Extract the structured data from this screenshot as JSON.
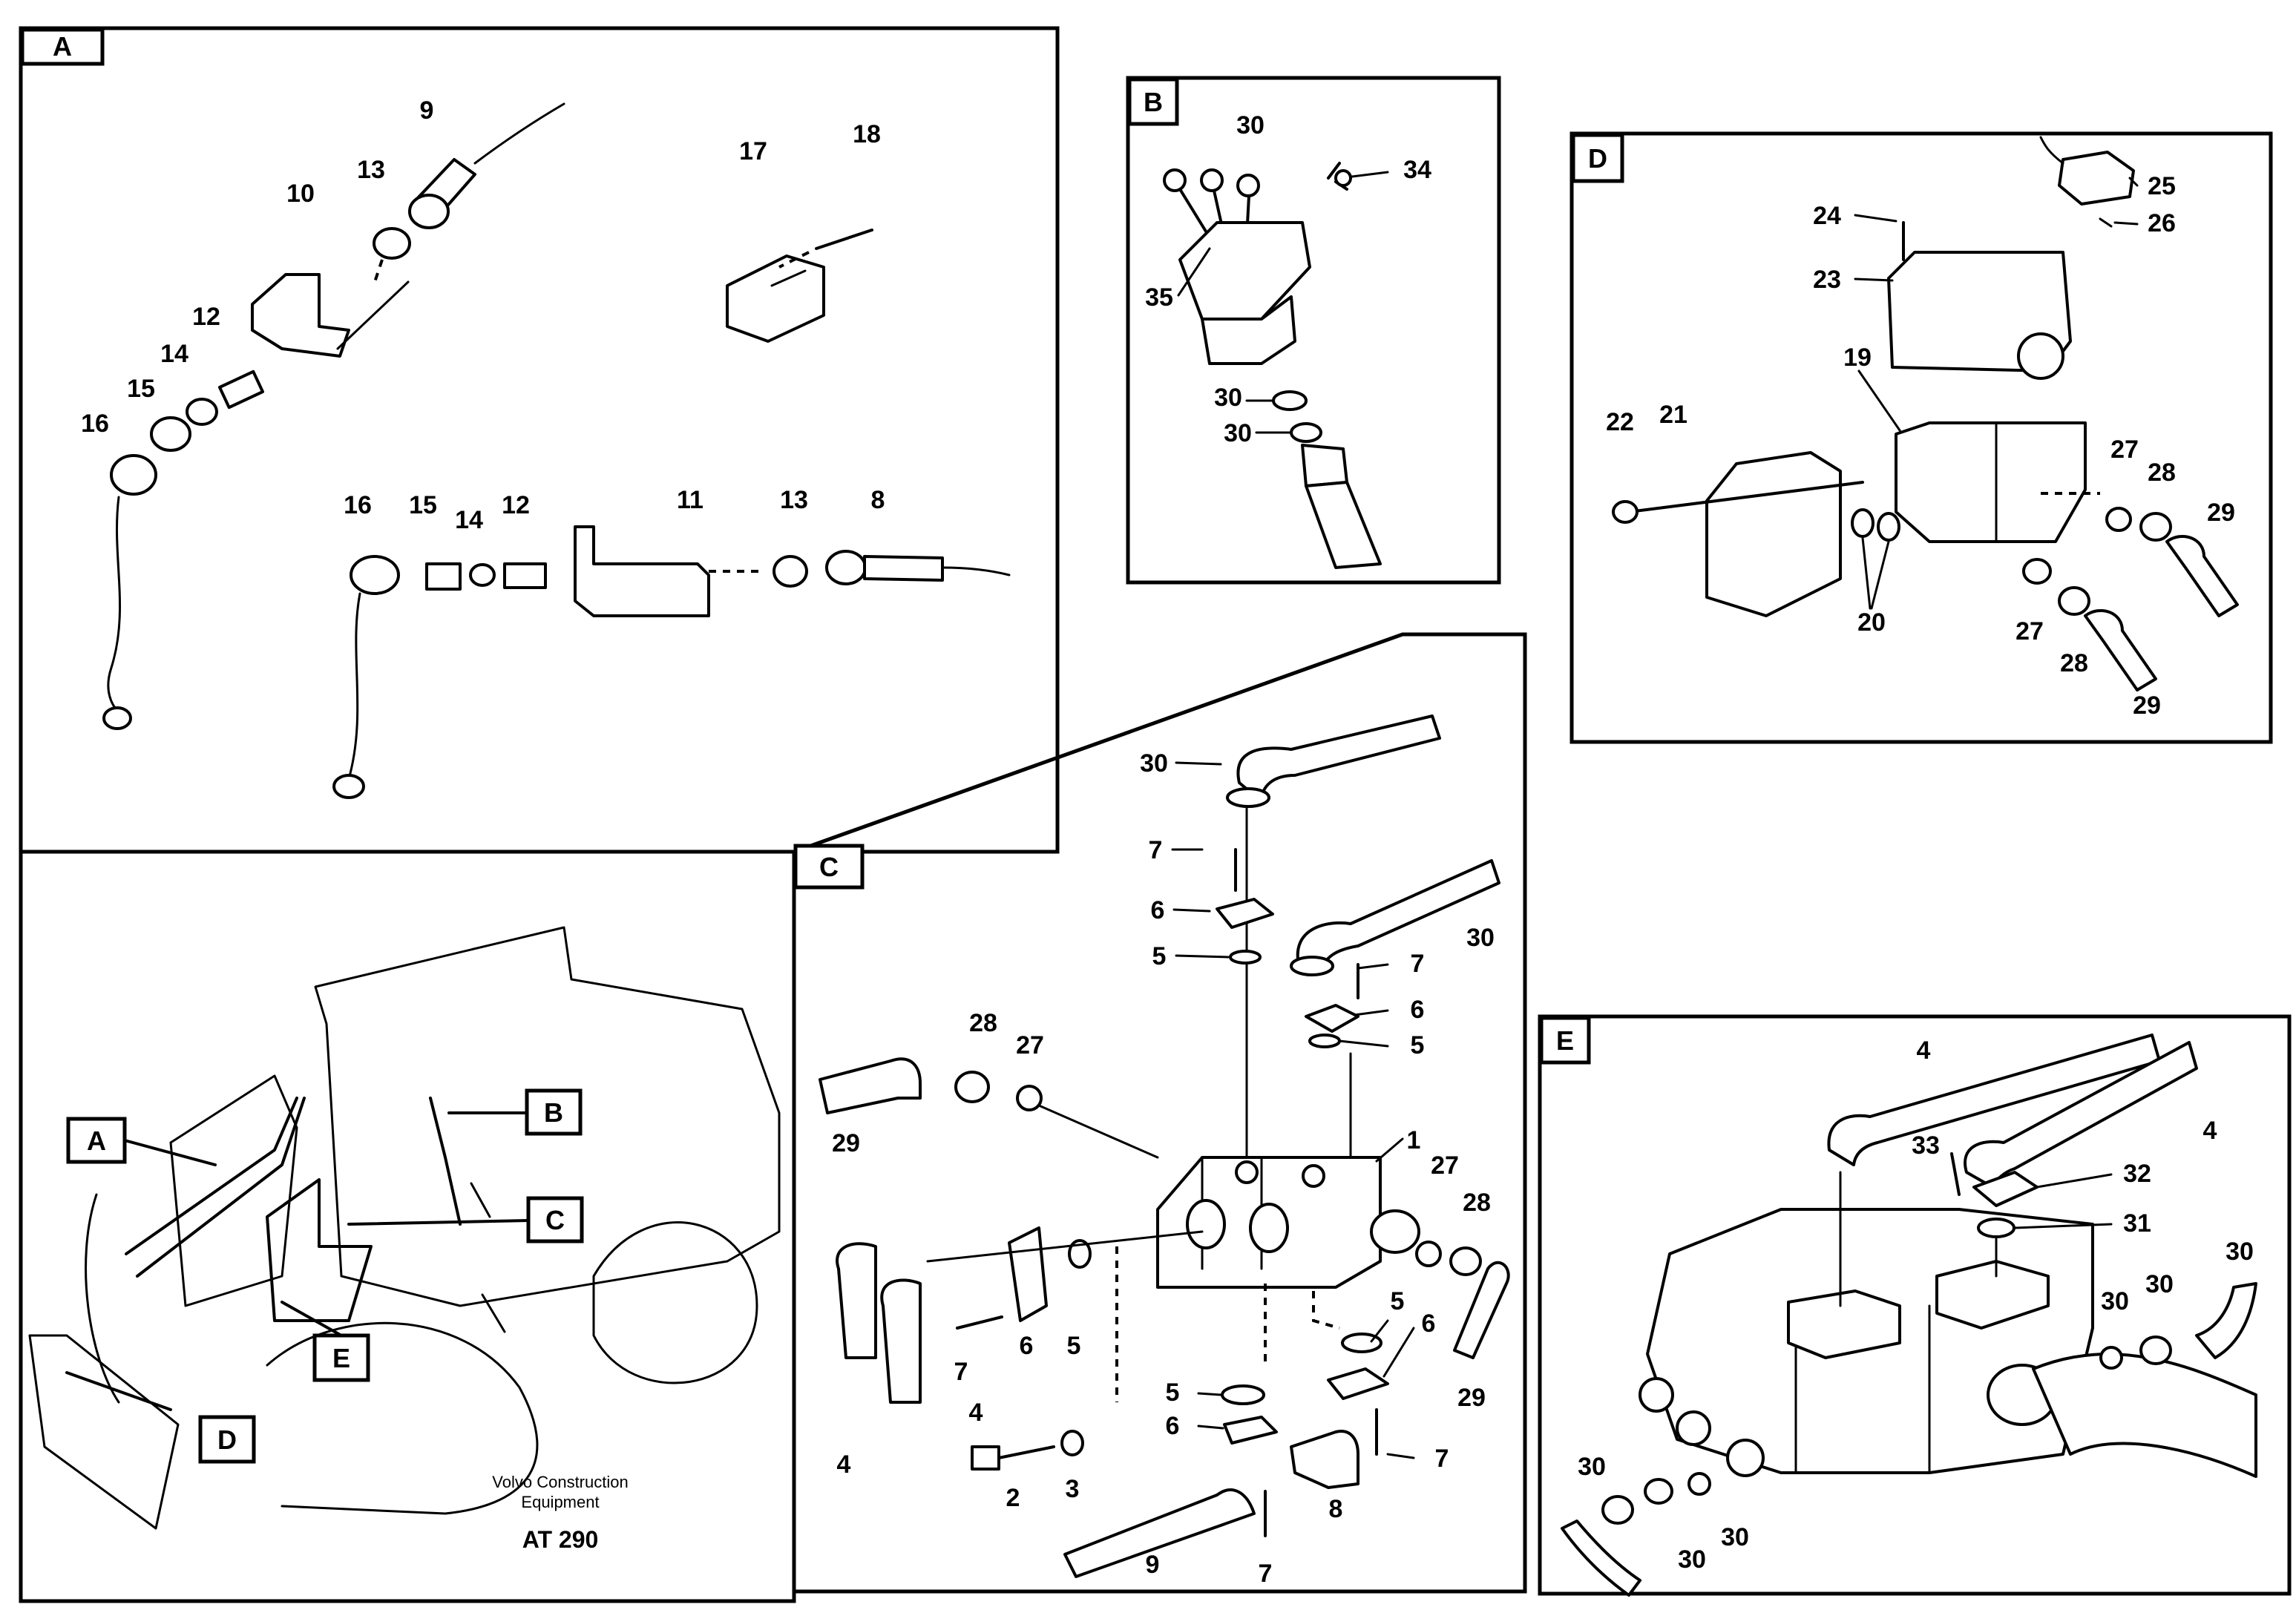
{
  "panels": {
    "A": "A",
    "B": "B",
    "C": "C",
    "D": "D",
    "E": "E"
  },
  "labels": {
    "a": [
      "9",
      "13",
      "10",
      "12",
      "14",
      "15",
      "16",
      "17",
      "18",
      "16",
      "15",
      "14",
      "12",
      "11",
      "13",
      "8"
    ],
    "b": [
      "30",
      "34",
      "35",
      "30",
      "30"
    ],
    "c": [
      "30",
      "7",
      "6",
      "5",
      "30",
      "7",
      "6",
      "5",
      "28",
      "27",
      "29",
      "1",
      "27",
      "28",
      "29",
      "4",
      "7",
      "6",
      "5",
      "4",
      "2",
      "3",
      "5",
      "6",
      "7",
      "9",
      "8",
      "7",
      "5",
      "6"
    ],
    "d": [
      "25",
      "24",
      "26",
      "23",
      "19",
      "22",
      "21",
      "27",
      "28",
      "29",
      "20",
      "27",
      "28",
      "29"
    ],
    "e": [
      "4",
      "4",
      "33",
      "32",
      "31",
      "30",
      "30",
      "30",
      "30",
      "30",
      "30"
    ]
  },
  "callouts": [
    "A",
    "B",
    "C",
    "D",
    "E"
  ],
  "footer": {
    "maker_line1": "Volvo Construction",
    "maker_line2": "Equipment",
    "code": "AT 290"
  }
}
